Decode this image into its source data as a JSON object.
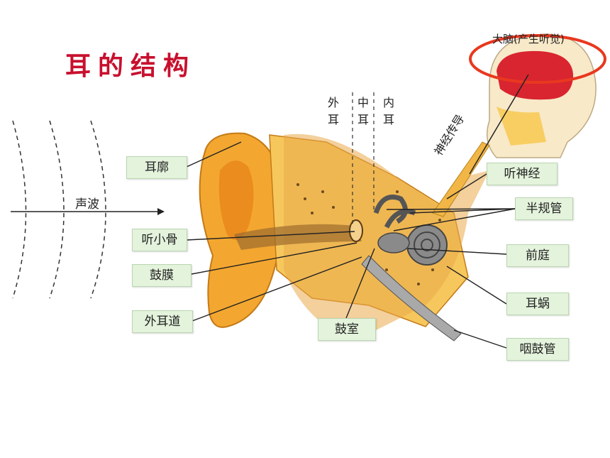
{
  "title": "耳的结构",
  "sound_wave": "声波",
  "regions": {
    "outer": [
      "外",
      "耳"
    ],
    "middle": [
      "中",
      "耳"
    ],
    "inner": [
      "内",
      "耳"
    ]
  },
  "brain_label": "大脑(产生听觉)",
  "nerve_conduction": "神经传导",
  "labels": {
    "pinna": "耳廓",
    "ossicles": "听小骨",
    "eardrum": "鼓膜",
    "ear_canal": "外耳道",
    "tympanic_cavity": "鼓室",
    "auditory_nerve": "听神经",
    "semicircular_canals": "半规管",
    "vestibule": "前庭",
    "cochlea": "耳蜗",
    "eustachian_tube": "咽鼓管"
  },
  "colors": {
    "title": "#c8102e",
    "highlight_ring": "#e8381f",
    "label_bg": "#e4f3dc"
  }
}
